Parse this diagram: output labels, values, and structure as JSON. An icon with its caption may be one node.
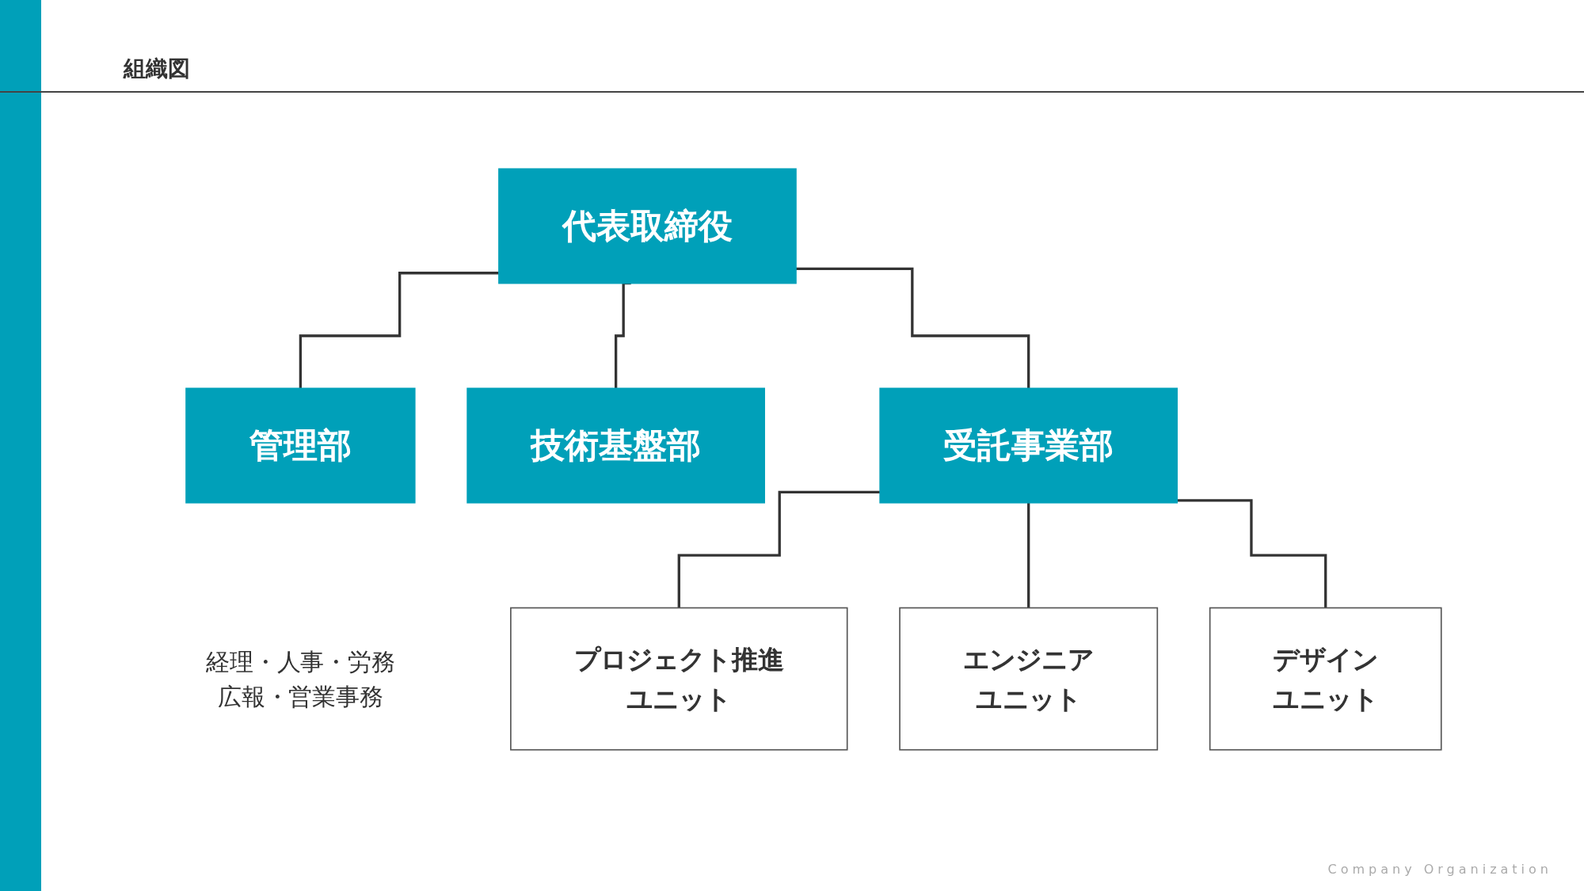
{
  "diagram": {
    "title": "組織図",
    "nodes": [
      {
        "text": [
          "代表取締役"
        ]
      },
      {
        "text": [
          "管理部"
        ],
        "beside": [
          "経理・人事・労務",
          "広報・営業事務"
        ]
      },
      {
        "text": [
          "技術基盤部"
        ]
      },
      {
        "text": [
          "受託事業部"
        ]
      },
      {
        "text": [
          "プロジェクト推進",
          "ユニット"
        ]
      },
      {
        "text": [
          "エンジニア",
          "ユニット"
        ]
      },
      {
        "text": [
          "デザイン",
          "ユニット"
        ]
      }
    ],
    "edges": [
      {
        "from": 0,
        "to": 1,
        "arrow": "none"
      },
      {
        "from": 0,
        "to": 2,
        "arrow": "none"
      },
      {
        "from": 0,
        "to": 3,
        "arrow": "none"
      },
      {
        "from": 3,
        "to": 4,
        "arrow": "none"
      },
      {
        "from": 3,
        "to": 5,
        "arrow": "none"
      },
      {
        "from": 3,
        "to": 6,
        "arrow": "none"
      }
    ],
    "labels": [
      "Company Organization"
    ]
  }
}
